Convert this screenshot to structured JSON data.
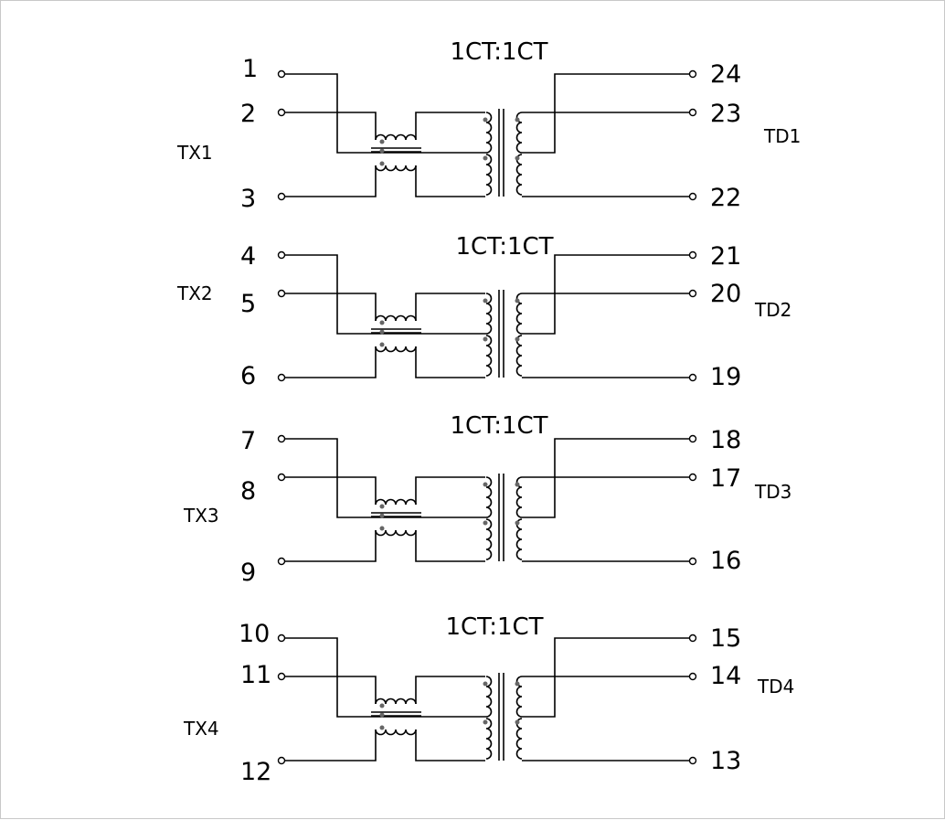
{
  "channels": [
    {
      "ratio": "1CT:1CT",
      "tx": "TX1",
      "td": "TD1",
      "left_pins": [
        "1",
        "2",
        "3"
      ],
      "right_pins": [
        "24",
        "23",
        "22"
      ]
    },
    {
      "ratio": "1CT:1CT",
      "tx": "TX2",
      "td": "TD2",
      "left_pins": [
        "4",
        "5",
        "6"
      ],
      "right_pins": [
        "21",
        "20",
        "19"
      ]
    },
    {
      "ratio": "1CT:1CT",
      "tx": "TX3",
      "td": "TD3",
      "left_pins": [
        "7",
        "8",
        "9"
      ],
      "right_pins": [
        "18",
        "17",
        "16"
      ]
    },
    {
      "ratio": "1CT:1CT",
      "tx": "TX4",
      "td": "TD4",
      "left_pins": [
        "10",
        "11",
        "12"
      ],
      "right_pins": [
        "15",
        "14",
        "13"
      ]
    }
  ]
}
